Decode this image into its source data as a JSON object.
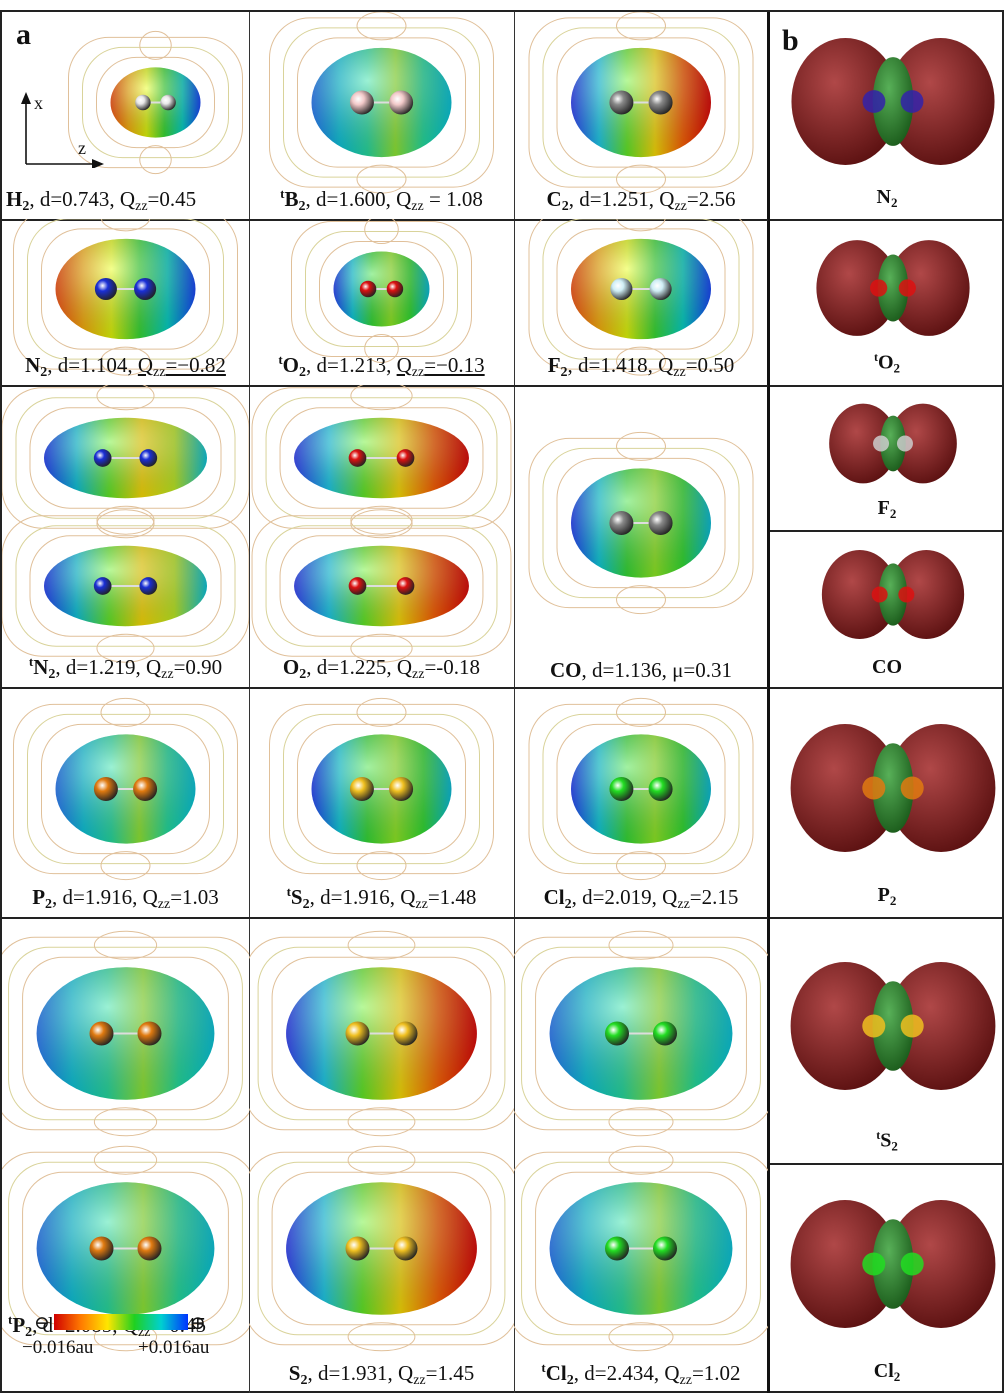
{
  "panel_a_letter": "a",
  "panel_b_letter": "b",
  "axes": {
    "x_label": "x",
    "z_label": "z"
  },
  "cells": [
    {
      "mol": "H",
      "sub": "2",
      "sup": "",
      "rest": ", d=0.743, Q",
      "qsub": "zz",
      "qval": "=0.45",
      "underline": false,
      "atom": "#e8e8e8",
      "palette": "blue"
    },
    {
      "mol": "B",
      "sub": "2",
      "sup": "t",
      "rest": ", d=1.600, Q",
      "qsub": "zz",
      "qval": " = 1.08",
      "underline": false,
      "atom": "#f2c9c9",
      "palette": "cyan"
    },
    {
      "mol": "C",
      "sub": "2",
      "sup": "",
      "rest": ", d=1.251, Q",
      "qsub": "zz",
      "qval": "=2.56",
      "underline": false,
      "atom": "#888888",
      "palette": "red"
    },
    {
      "mol": "N",
      "sub": "2",
      "sup": "",
      "rest": ", d=1.104, ",
      "qsub": "zz",
      "qval": "=−0.82",
      "underline": true,
      "atom": "#1a2fd6",
      "palette": "blue"
    },
    {
      "mol": "O",
      "sub": "2",
      "sup": "t",
      "rest": ", d=1.213, ",
      "qsub": "zz",
      "qval": "=−0.13",
      "underline": true,
      "atom": "#dd1111",
      "palette": "green"
    },
    {
      "mol": "F",
      "sub": "2",
      "sup": "",
      "rest": ", d=1.418, Q",
      "qsub": "zz",
      "qval": "=0.50",
      "underline": false,
      "atom": "#cfeef5",
      "palette": "blue"
    },
    {
      "mol": "N",
      "sub": "2",
      "sup": "t",
      "rest": ", d=1.219, Q",
      "qsub": "zz",
      "qval": "=0.90",
      "underline": false,
      "atom": "#1a2fd6",
      "palette": "yellow"
    },
    {
      "mol": "O",
      "sub": "2",
      "sup": "",
      "rest": ", d=1.225, Q",
      "qsub": "zz",
      "qval": "=-0.18",
      "underline": false,
      "atom": "#dd1111",
      "palette": "red"
    },
    {
      "mol": "CO",
      "sub": "",
      "sup": "",
      "rest": ", d=1.136, μ=0.31",
      "qsub": "",
      "qval": "",
      "underline": false,
      "atom": "#888888",
      "palette": "green"
    },
    {
      "mol": "P",
      "sub": "2",
      "sup": "",
      "rest": ", d=1.916, Q",
      "qsub": "zz",
      "qval": "=1.03",
      "underline": false,
      "atom": "#e07a10",
      "palette": "cyan"
    },
    {
      "mol": "S",
      "sub": "2",
      "sup": "t",
      "rest": ", d=1.916, Q",
      "qsub": "zz",
      "qval": "=1.48",
      "underline": false,
      "atom": "#f0c020",
      "palette": "green"
    },
    {
      "mol": "Cl",
      "sub": "2",
      "sup": "",
      "rest": ", d=2.019, Q",
      "qsub": "zz",
      "qval": "=2.15",
      "underline": false,
      "atom": "#22dd22",
      "palette": "green"
    },
    {
      "mol": "P",
      "sub": "2",
      "sup": "t",
      "rest": ", d=2.085, Q",
      "qsub": "zz",
      "qval": "=-0.45",
      "underline": false,
      "atom": "#e07a10",
      "palette": "cyan"
    },
    {
      "mol": "S",
      "sub": "2",
      "sup": "",
      "rest": ", d=1.931, Q",
      "qsub": "zz",
      "qval": "=1.45",
      "underline": false,
      "atom": "#f0c020",
      "palette": "red"
    },
    {
      "mol": "Cl",
      "sub": "2",
      "sup": "t",
      "rest": ", d=2.434, Q",
      "qsub": "zz",
      "qval": "=1.02",
      "underline": false,
      "atom": "#22dd22",
      "palette": "cyan"
    }
  ],
  "panel_b": [
    {
      "mol": "N",
      "sub": "2",
      "sup": "",
      "atom": "#3322aa"
    },
    {
      "mol": "O",
      "sub": "2",
      "sup": "t",
      "atom": "#dd1111"
    },
    {
      "mol": "F",
      "sub": "2",
      "sup": "",
      "atom": "#cccccc"
    },
    {
      "mol": "CO",
      "sub": "",
      "sup": "",
      "atom": "#dd1111"
    },
    {
      "mol": "P",
      "sub": "2",
      "sup": "",
      "atom": "#e07a10"
    },
    {
      "mol": "S",
      "sub": "2",
      "sup": "t",
      "atom": "#f0c020"
    },
    {
      "mol": "Cl",
      "sub": "2",
      "sup": "",
      "atom": "#22dd22"
    }
  ],
  "scale": {
    "minus_symbol": "⊖",
    "plus_symbol": "⊕",
    "min_label": "−0.016au",
    "max_label": "+0.016au"
  }
}
